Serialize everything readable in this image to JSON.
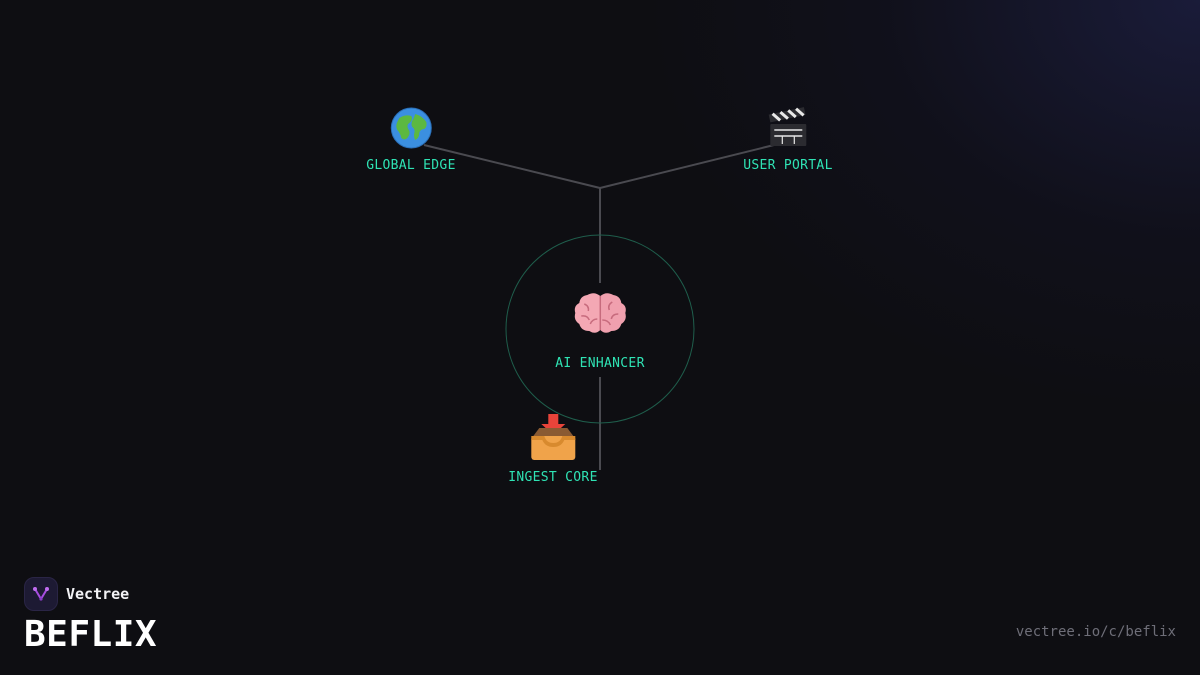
{
  "diagram": {
    "nodes": [
      {
        "id": "global-edge",
        "label": "GLOBAL EDGE",
        "icon": "globe-icon"
      },
      {
        "id": "user-portal",
        "label": "USER PORTAL",
        "icon": "clapperboard-icon"
      },
      {
        "id": "ai-enhancer",
        "label": "AI ENHANCER",
        "icon": "brain-icon"
      },
      {
        "id": "ingest-core",
        "label": "INGEST CORE",
        "icon": "inbox-tray-icon"
      }
    ],
    "edges": [
      {
        "from": "global-edge",
        "to": "junction"
      },
      {
        "from": "user-portal",
        "to": "junction"
      },
      {
        "from": "junction",
        "to": "ai-enhancer"
      },
      {
        "from": "ai-enhancer",
        "to": "ingest-core"
      }
    ],
    "highlighted_node": "ai-enhancer",
    "colors": {
      "label": "#2fe3b4",
      "edge": "#4a4a50",
      "highlight_ring": "#1f5e4c",
      "background": "#0e0e12"
    }
  },
  "branding": {
    "logo_icon": "vectree-logo-icon",
    "name": "Vectree",
    "project": "BEFLIX",
    "url": "vectree.io/c/beflix"
  }
}
